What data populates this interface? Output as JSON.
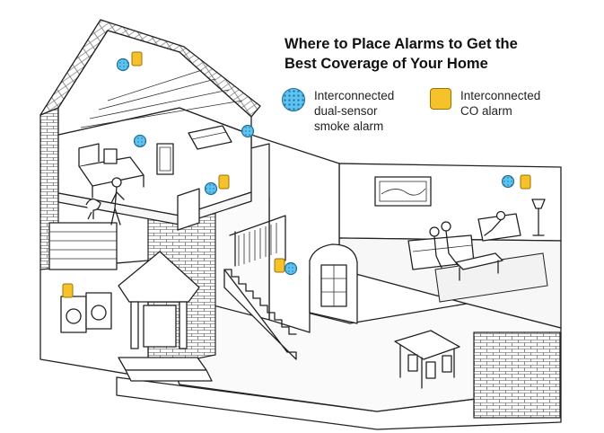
{
  "title_line1": "Where to Place Alarms to Get the",
  "title_line2": "Best Coverage of Your Home",
  "legend": {
    "smoke_label": [
      "Interconnected",
      "dual-sensor",
      "smoke alarm"
    ],
    "co_label": [
      "Interconnected",
      "CO alarm"
    ]
  },
  "colors": {
    "smoke_alarm": "#5ec3f0",
    "co_alarm": "#f6c22b",
    "line": "#222222"
  },
  "icons": {
    "smoke_alarm": "smoke-alarm-icon",
    "co_alarm": "co-alarm-icon"
  }
}
